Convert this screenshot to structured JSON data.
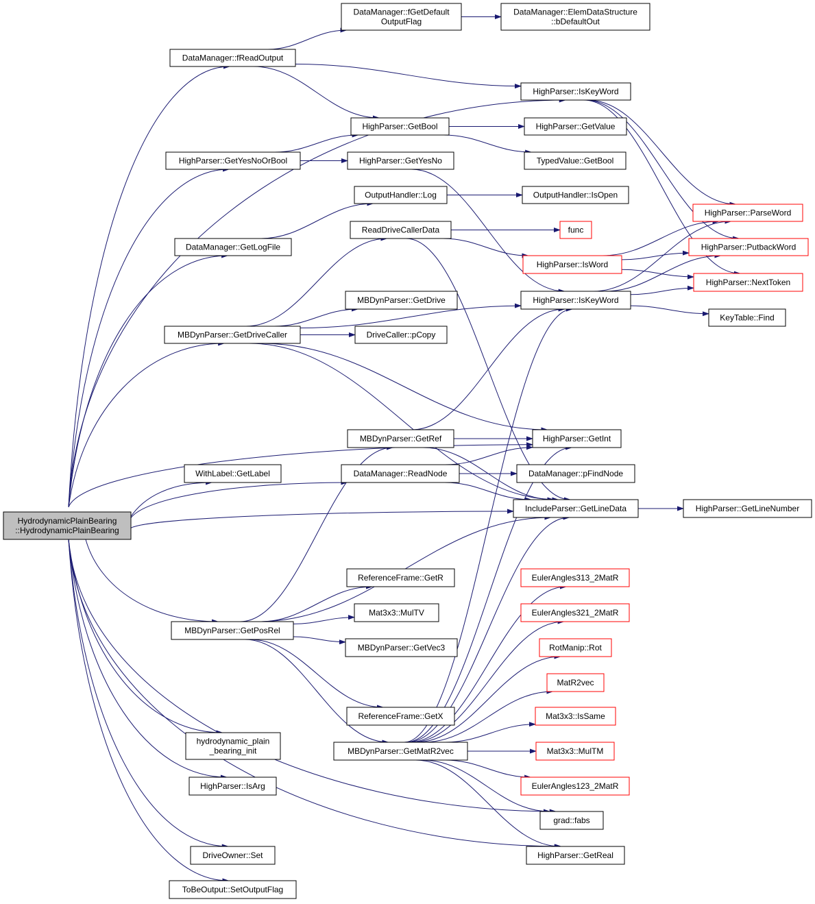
{
  "colors": {
    "edge": "#191970",
    "root_fill": "#bfbfbf",
    "node_fill": "#ffffff",
    "node_border": "#000000",
    "truncated_border": "#ff0000"
  },
  "nodes": {
    "root": {
      "lines": [
        "HydrodynamicPlainBearing",
        "::HydrodynamicPlainBearing"
      ],
      "style": "root"
    },
    "freadout": {
      "lines": [
        "DataManager::fReadOutput"
      ],
      "style": "normal"
    },
    "fgetdef": {
      "lines": [
        "DataManager::fGetDefault",
        "OutputFlag"
      ],
      "style": "normal"
    },
    "elemdata": {
      "lines": [
        "DataManager::ElemDataStructure",
        "::bDefaultOut"
      ],
      "style": "normal"
    },
    "iskw1": {
      "lines": [
        "HighParser::IsKeyWord"
      ],
      "style": "normal"
    },
    "getbool": {
      "lines": [
        "HighParser::GetBool"
      ],
      "style": "normal"
    },
    "getvalue": {
      "lines": [
        "HighParser::GetValue"
      ],
      "style": "normal"
    },
    "tvgetbool": {
      "lines": [
        "TypedValue::GetBool"
      ],
      "style": "normal"
    },
    "yesnobool": {
      "lines": [
        "HighParser::GetYesNoOrBool"
      ],
      "style": "normal"
    },
    "yesno": {
      "lines": [
        "HighParser::GetYesNo"
      ],
      "style": "normal"
    },
    "ohlog": {
      "lines": [
        "OutputHandler::Log"
      ],
      "style": "normal"
    },
    "ohisopen": {
      "lines": [
        "OutputHandler::IsOpen"
      ],
      "style": "normal"
    },
    "parseword": {
      "lines": [
        "HighParser::ParseWord"
      ],
      "style": "truncated"
    },
    "readdrive": {
      "lines": [
        "ReadDriveCallerData"
      ],
      "style": "normal"
    },
    "func": {
      "lines": [
        "func"
      ],
      "style": "truncated"
    },
    "getlogfile": {
      "lines": [
        "DataManager::GetLogFile"
      ],
      "style": "normal"
    },
    "putback": {
      "lines": [
        "HighParser::PutbackWord"
      ],
      "style": "truncated"
    },
    "isword": {
      "lines": [
        "HighParser::IsWord"
      ],
      "style": "truncated"
    },
    "nexttoken": {
      "lines": [
        "HighParser::NextToken"
      ],
      "style": "truncated"
    },
    "iskw2": {
      "lines": [
        "HighParser::IsKeyWord"
      ],
      "style": "normal"
    },
    "getdrive": {
      "lines": [
        "MBDynParser::GetDrive"
      ],
      "style": "normal"
    },
    "keyfind": {
      "lines": [
        "KeyTable::Find"
      ],
      "style": "normal"
    },
    "getdrivecaller": {
      "lines": [
        "MBDynParser::GetDriveCaller"
      ],
      "style": "normal"
    },
    "pcopy": {
      "lines": [
        "DriveCaller::pCopy"
      ],
      "style": "normal"
    },
    "getref": {
      "lines": [
        "MBDynParser::GetRef"
      ],
      "style": "normal"
    },
    "getint": {
      "lines": [
        "HighParser::GetInt"
      ],
      "style": "normal"
    },
    "getlabel": {
      "lines": [
        "WithLabel::GetLabel"
      ],
      "style": "normal"
    },
    "readnode": {
      "lines": [
        "DataManager::ReadNode"
      ],
      "style": "normal"
    },
    "pfindnode": {
      "lines": [
        "DataManager::pFindNode"
      ],
      "style": "normal"
    },
    "getlinedata": {
      "lines": [
        "IncludeParser::GetLineData"
      ],
      "style": "normal"
    },
    "getlinenum": {
      "lines": [
        "HighParser::GetLineNumber"
      ],
      "style": "normal"
    },
    "rfgetr": {
      "lines": [
        "ReferenceFrame::GetR"
      ],
      "style": "normal"
    },
    "ea313": {
      "lines": [
        "EulerAngles313_2MatR"
      ],
      "style": "truncated"
    },
    "multv": {
      "lines": [
        "Mat3x3::MulTV"
      ],
      "style": "normal"
    },
    "ea321": {
      "lines": [
        "EulerAngles321_2MatR"
      ],
      "style": "truncated"
    },
    "getposrel": {
      "lines": [
        "MBDynParser::GetPosRel"
      ],
      "style": "normal"
    },
    "getvec3": {
      "lines": [
        "MBDynParser::GetVec3"
      ],
      "style": "normal"
    },
    "rotmanip": {
      "lines": [
        "RotManip::Rot"
      ],
      "style": "truncated"
    },
    "matr2vec": {
      "lines": [
        "MatR2vec"
      ],
      "style": "truncated"
    },
    "rfgetx": {
      "lines": [
        "ReferenceFrame::GetX"
      ],
      "style": "normal"
    },
    "issame": {
      "lines": [
        "Mat3x3::IsSame"
      ],
      "style": "truncated"
    },
    "hydroinit": {
      "lines": [
        "hydrodynamic_plain",
        "_bearing_init"
      ],
      "style": "normal"
    },
    "getmatr2vec": {
      "lines": [
        "MBDynParser::GetMatR2vec"
      ],
      "style": "normal"
    },
    "multm": {
      "lines": [
        "Mat3x3::MulTM"
      ],
      "style": "truncated"
    },
    "ea123": {
      "lines": [
        "EulerAngles123_2MatR"
      ],
      "style": "truncated"
    },
    "isarg": {
      "lines": [
        "HighParser::IsArg"
      ],
      "style": "normal"
    },
    "gradfabs": {
      "lines": [
        "grad::fabs"
      ],
      "style": "normal"
    },
    "driveset": {
      "lines": [
        "DriveOwner::Set"
      ],
      "style": "normal"
    },
    "getreal": {
      "lines": [
        "HighParser::GetReal"
      ],
      "style": "normal"
    },
    "setoutflag": {
      "lines": [
        "ToBeOutput::SetOutputFlag"
      ],
      "style": "normal"
    }
  },
  "edges": [
    [
      "root",
      "freadout"
    ],
    [
      "root",
      "iskw1"
    ],
    [
      "root",
      "yesnobool"
    ],
    [
      "root",
      "getlogfile"
    ],
    [
      "root",
      "getdrivecaller"
    ],
    [
      "root",
      "getint"
    ],
    [
      "root",
      "getlabel"
    ],
    [
      "root",
      "readnode"
    ],
    [
      "root",
      "getlinedata"
    ],
    [
      "root",
      "getposrel"
    ],
    [
      "root",
      "hydroinit"
    ],
    [
      "root",
      "isarg"
    ],
    [
      "root",
      "gradfabs"
    ],
    [
      "root",
      "driveset"
    ],
    [
      "root",
      "getreal"
    ],
    [
      "root",
      "setoutflag"
    ],
    [
      "freadout",
      "fgetdef"
    ],
    [
      "freadout",
      "iskw1"
    ],
    [
      "freadout",
      "getbool"
    ],
    [
      "fgetdef",
      "elemdata"
    ],
    [
      "iskw1",
      "parseword"
    ],
    [
      "iskw1",
      "putback"
    ],
    [
      "iskw1",
      "nexttoken"
    ],
    [
      "getbool",
      "getvalue"
    ],
    [
      "getbool",
      "tvgetbool"
    ],
    [
      "yesnobool",
      "getbool"
    ],
    [
      "yesnobool",
      "yesno"
    ],
    [
      "yesno",
      "iskw2"
    ],
    [
      "getlogfile",
      "ohlog"
    ],
    [
      "ohlog",
      "ohisopen"
    ],
    [
      "readdrive",
      "func"
    ],
    [
      "readdrive",
      "isword"
    ],
    [
      "readdrive",
      "getlinedata"
    ],
    [
      "isword",
      "parseword"
    ],
    [
      "isword",
      "putback"
    ],
    [
      "isword",
      "nexttoken"
    ],
    [
      "iskw2",
      "parseword"
    ],
    [
      "iskw2",
      "putback"
    ],
    [
      "iskw2",
      "nexttoken"
    ],
    [
      "iskw2",
      "keyfind"
    ],
    [
      "getdrivecaller",
      "readdrive"
    ],
    [
      "getdrivecaller",
      "iskw2"
    ],
    [
      "getdrivecaller",
      "getdrive"
    ],
    [
      "getdrivecaller",
      "pcopy"
    ],
    [
      "getdrivecaller",
      "getint"
    ],
    [
      "getdrivecaller",
      "getlinedata"
    ],
    [
      "getref",
      "iskw2"
    ],
    [
      "getref",
      "getint"
    ],
    [
      "getref",
      "getlinedata"
    ],
    [
      "readnode",
      "getint"
    ],
    [
      "readnode",
      "pfindnode"
    ],
    [
      "readnode",
      "getlinedata"
    ],
    [
      "getlinedata",
      "getlinenum"
    ],
    [
      "getposrel",
      "getref"
    ],
    [
      "getposrel",
      "rfgetr"
    ],
    [
      "getposrel",
      "multv"
    ],
    [
      "getposrel",
      "getvec3"
    ],
    [
      "getposrel",
      "rfgetx"
    ],
    [
      "getposrel",
      "getmatr2vec"
    ],
    [
      "getposrel",
      "getlinedata"
    ],
    [
      "getmatr2vec",
      "iskw2"
    ],
    [
      "getmatr2vec",
      "getint"
    ],
    [
      "getmatr2vec",
      "getlinedata"
    ],
    [
      "getmatr2vec",
      "ea313"
    ],
    [
      "getmatr2vec",
      "ea321"
    ],
    [
      "getmatr2vec",
      "rotmanip"
    ],
    [
      "getmatr2vec",
      "matr2vec"
    ],
    [
      "getmatr2vec",
      "issame"
    ],
    [
      "getmatr2vec",
      "multm"
    ],
    [
      "getmatr2vec",
      "ea123"
    ],
    [
      "getmatr2vec",
      "gradfabs"
    ],
    [
      "getmatr2vec",
      "getreal"
    ]
  ]
}
